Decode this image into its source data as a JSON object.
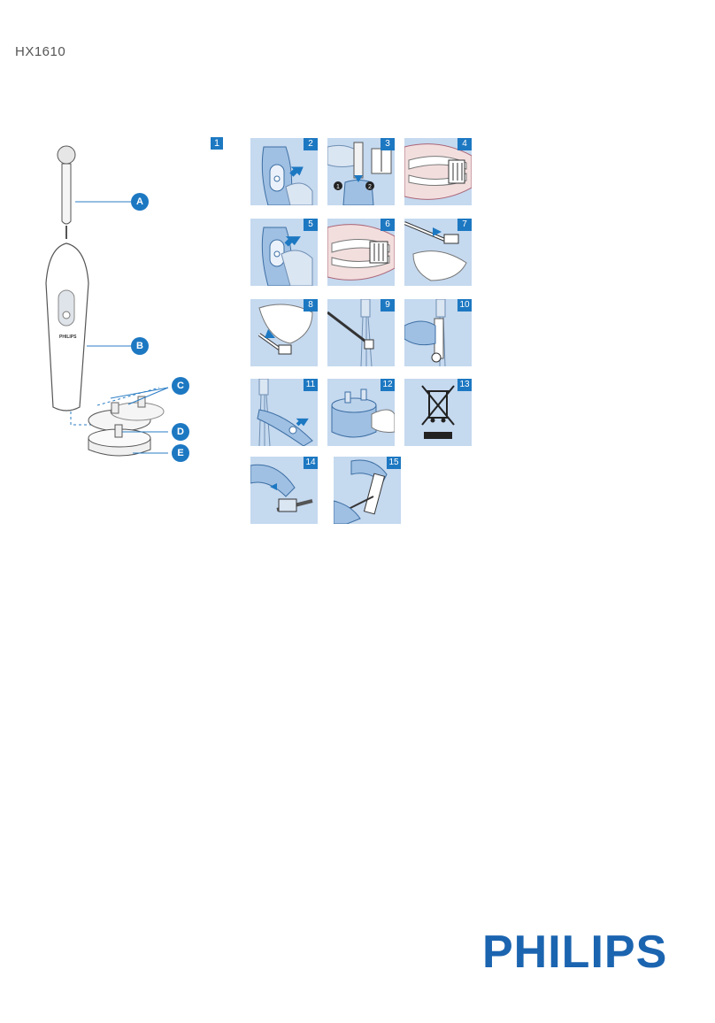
{
  "document": {
    "model": "HX1610"
  },
  "overview": {
    "callouts": [
      "A",
      "B",
      "C",
      "D",
      "E"
    ],
    "handle_brand": "PHILIPS",
    "step_number": "1"
  },
  "steps": [
    "2",
    "3",
    "4",
    "5",
    "6",
    "7",
    "8",
    "9",
    "10",
    "11",
    "12",
    "13",
    "14",
    "15"
  ],
  "step3_markers": [
    "1",
    "2"
  ],
  "brand": {
    "logo": "PHILIPS",
    "color": "#1b64b0"
  },
  "colors": {
    "accent": "#1d78c2",
    "panel_bg": "#c5d9ef"
  }
}
